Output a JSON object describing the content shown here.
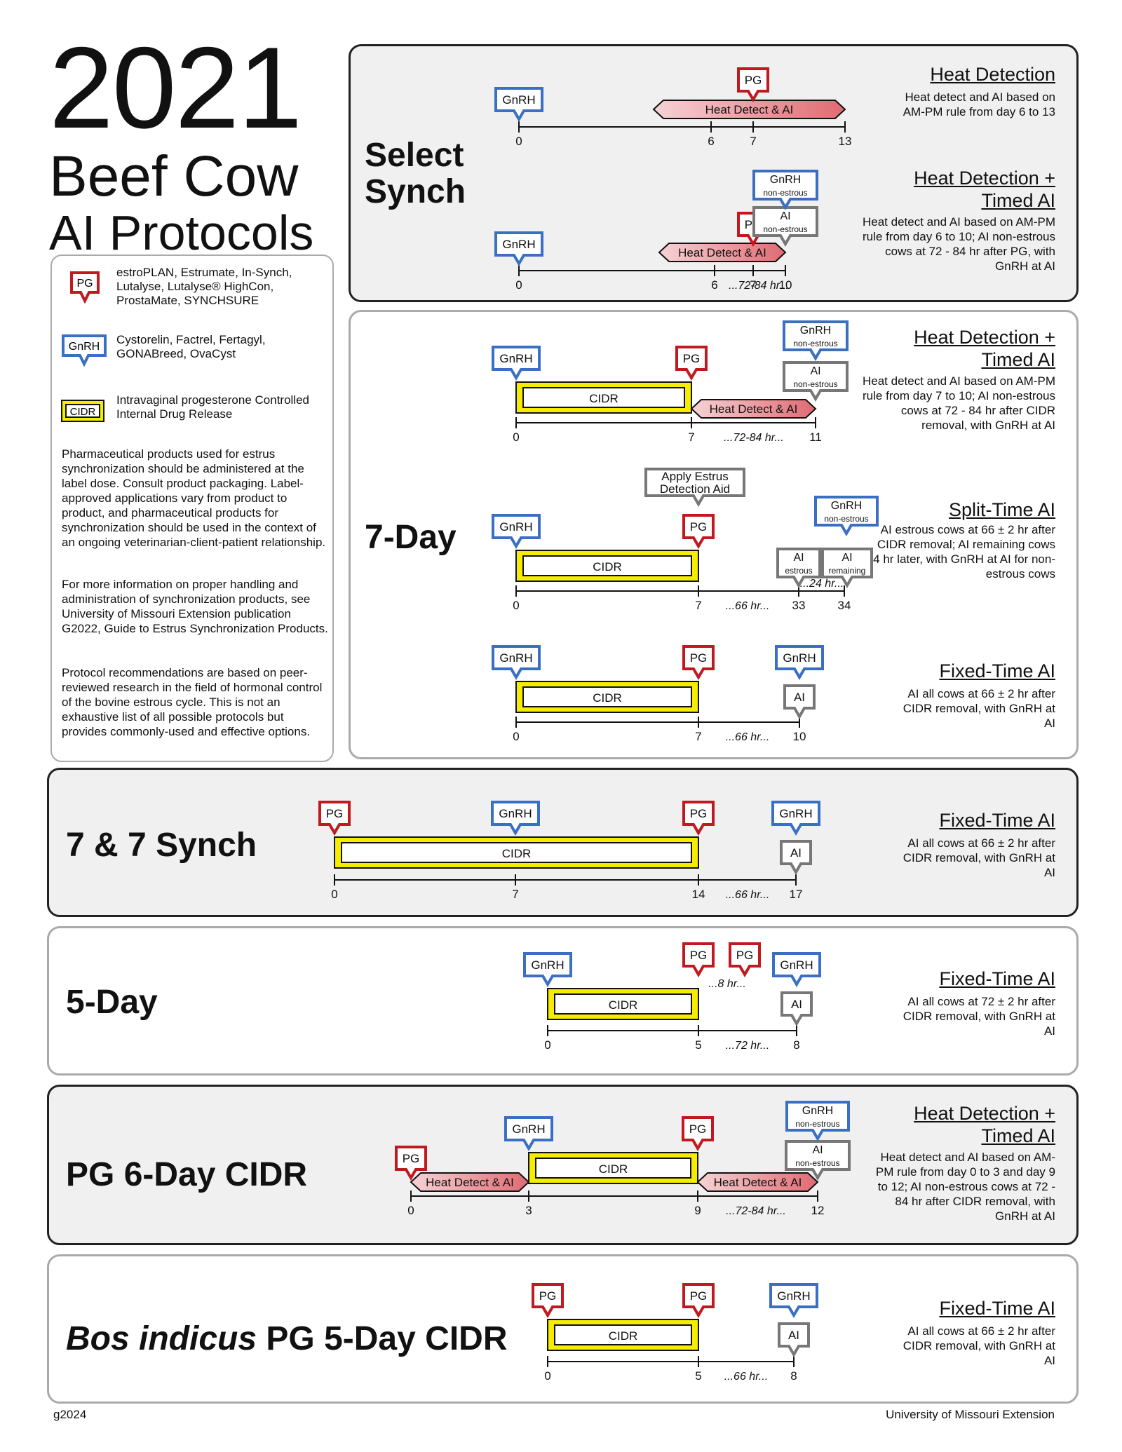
{
  "header": {
    "year": "2021",
    "line1": "Beef Cow",
    "line2": "AI Protocols"
  },
  "legend": {
    "pg_tag": "PG",
    "pg_text": "estroPLAN, Estrumate, In-Synch, Lutalyse, Lutalyse® HighCon, ProstaMate, SYNCHSURE",
    "gnrh_tag": "GnRH",
    "gnrh_text": "Cystorelin, Factrel, Fertagyl, GONABreed, OvaCyst",
    "cidr_tag": "CIDR",
    "cidr_text": "Intravaginal progesterone Controlled Internal Drug Release",
    "para1": "Pharmaceutical products used for estrus synchronization should be administered at the label dose. Consult product packaging. Label-approved applications vary from product to product, and pharmaceutical products for synchronization should be used in the context of an ongoing veterinarian-client-patient relationship.",
    "para2": "For more information on proper handling and administration of synchronization products, see University of Missouri Extension publication G2022, Guide to Estrus Synchronization Products.",
    "para3": "Protocol recommendations are based on peer-reviewed research in the field of hormonal control of the bovine estrous cycle. This is not an exhaustive list of all possible protocols but provides commonly-used and effective options."
  },
  "labels": {
    "pg": "PG",
    "gnrh": "GnRH",
    "ai": "AI",
    "cidr": "CIDR",
    "non_estrous": "non-estrous",
    "estrous": "estrous",
    "remaining": "remaining",
    "heat_detect_ai": "Heat Detect & AI",
    "apply_aid": "Apply Estrus Detection Aid"
  },
  "protocols": [
    {
      "name": "Select Synch",
      "rows": [
        {
          "title": "Heat Detection",
          "desc": "Heat detect and AI based on AM-PM rule from day 6 to 13",
          "ticks": [
            "0",
            "6",
            "7",
            "13"
          ]
        },
        {
          "title": "Heat Detection + Timed AI",
          "desc": "Heat detect and AI based on AM-PM rule from day 6 to 10; AI non-estrous cows at 72 - 84 hr after PG, with GnRH at AI",
          "ticks": [
            "0",
            "6",
            "7",
            "10"
          ],
          "interval": "...72-84 hr..."
        }
      ]
    },
    {
      "name": "7-Day",
      "rows": [
        {
          "title": "Heat Detection + Timed AI",
          "desc": "Heat detect and AI based on AM-PM rule from day 7 to 10; AI non-estrous cows at 72 - 84 hr after CIDR removal, with GnRH at AI",
          "ticks": [
            "0",
            "7",
            "11"
          ],
          "interval": "...72-84 hr..."
        },
        {
          "title": "Split-Time AI",
          "desc": "AI estrous cows at 66 ± 2 hr after CIDR removal; AI remaining cows 24 hr later, with GnRH at AI for non-estrous cows",
          "ticks": [
            "0",
            "7",
            "33",
            "34"
          ],
          "interval": "...66 hr...",
          "interval2": "...24 hr..."
        },
        {
          "title": "Fixed-Time AI",
          "desc": "AI all cows at 66 ± 2 hr after CIDR removal, with GnRH at AI",
          "ticks": [
            "0",
            "7",
            "10"
          ],
          "interval": "...66 hr..."
        }
      ]
    },
    {
      "name": "7 & 7 Synch",
      "rows": [
        {
          "title": "Fixed-Time AI",
          "desc": "AI all cows at 66 ± 2 hr after CIDR removal, with GnRH at AI",
          "ticks": [
            "0",
            "7",
            "14",
            "17"
          ],
          "interval": "...66 hr..."
        }
      ]
    },
    {
      "name": "5-Day",
      "rows": [
        {
          "title": "Fixed-Time AI",
          "desc": "AI all cows at 72 ± 2 hr after CIDR removal, with GnRH at AI",
          "ticks": [
            "0",
            "5",
            "8"
          ],
          "interval": "...72 hr...",
          "interval2": "...8 hr..."
        }
      ]
    },
    {
      "name": "PG 6-Day CIDR",
      "rows": [
        {
          "title": "Heat Detection + Timed AI",
          "desc": "Heat detect and AI based on AM-PM rule from day 0 to 3 and day 9 to 12; AI non-estrous cows at 72 - 84 hr after CIDR removal, with GnRH at AI",
          "ticks": [
            "0",
            "3",
            "9",
            "12"
          ],
          "interval": "...72-84 hr..."
        }
      ]
    },
    {
      "name_italic": "Bos indicus",
      "name_rest": "PG 5-Day CIDR",
      "rows": [
        {
          "title": "Fixed-Time AI",
          "desc": "AI all cows at 66 ± 2 hr after CIDR removal, with GnRH at AI",
          "ticks": [
            "0",
            "5",
            "8"
          ],
          "interval": "...66 hr..."
        }
      ]
    }
  ],
  "footer": {
    "left": "g2024",
    "right": "University of Missouri Extension"
  },
  "colors": {
    "pg": "#c0191f",
    "gnrh": "#3a6fc4",
    "ai": "#777777",
    "cidr": "#f5ec00",
    "heat": "#e8858a"
  }
}
